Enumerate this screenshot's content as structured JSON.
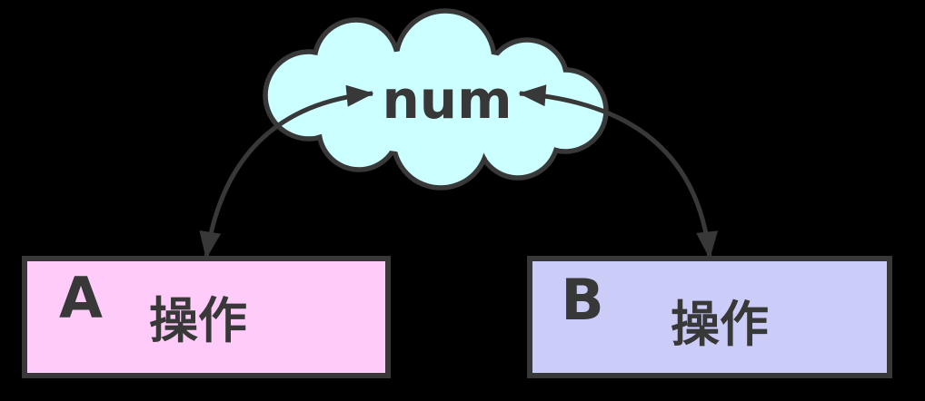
{
  "diagram": {
    "background": "#000000",
    "line_color": "#383838",
    "text_color": "#383838",
    "cloud": {
      "label": "num",
      "fill": "#ccffff"
    },
    "boxes": [
      {
        "id": "A",
        "corner_label": "A",
        "label": "操作",
        "fill": "#ffccf9"
      },
      {
        "id": "B",
        "corner_label": "B",
        "label": "操作",
        "fill": "#ccccf8"
      }
    ],
    "edges": [
      {
        "from": "box-a",
        "to": "cloud-num",
        "style": "curved",
        "arrowheads": "both"
      },
      {
        "from": "box-b",
        "to": "cloud-num",
        "style": "curved",
        "arrowheads": "both"
      }
    ]
  }
}
